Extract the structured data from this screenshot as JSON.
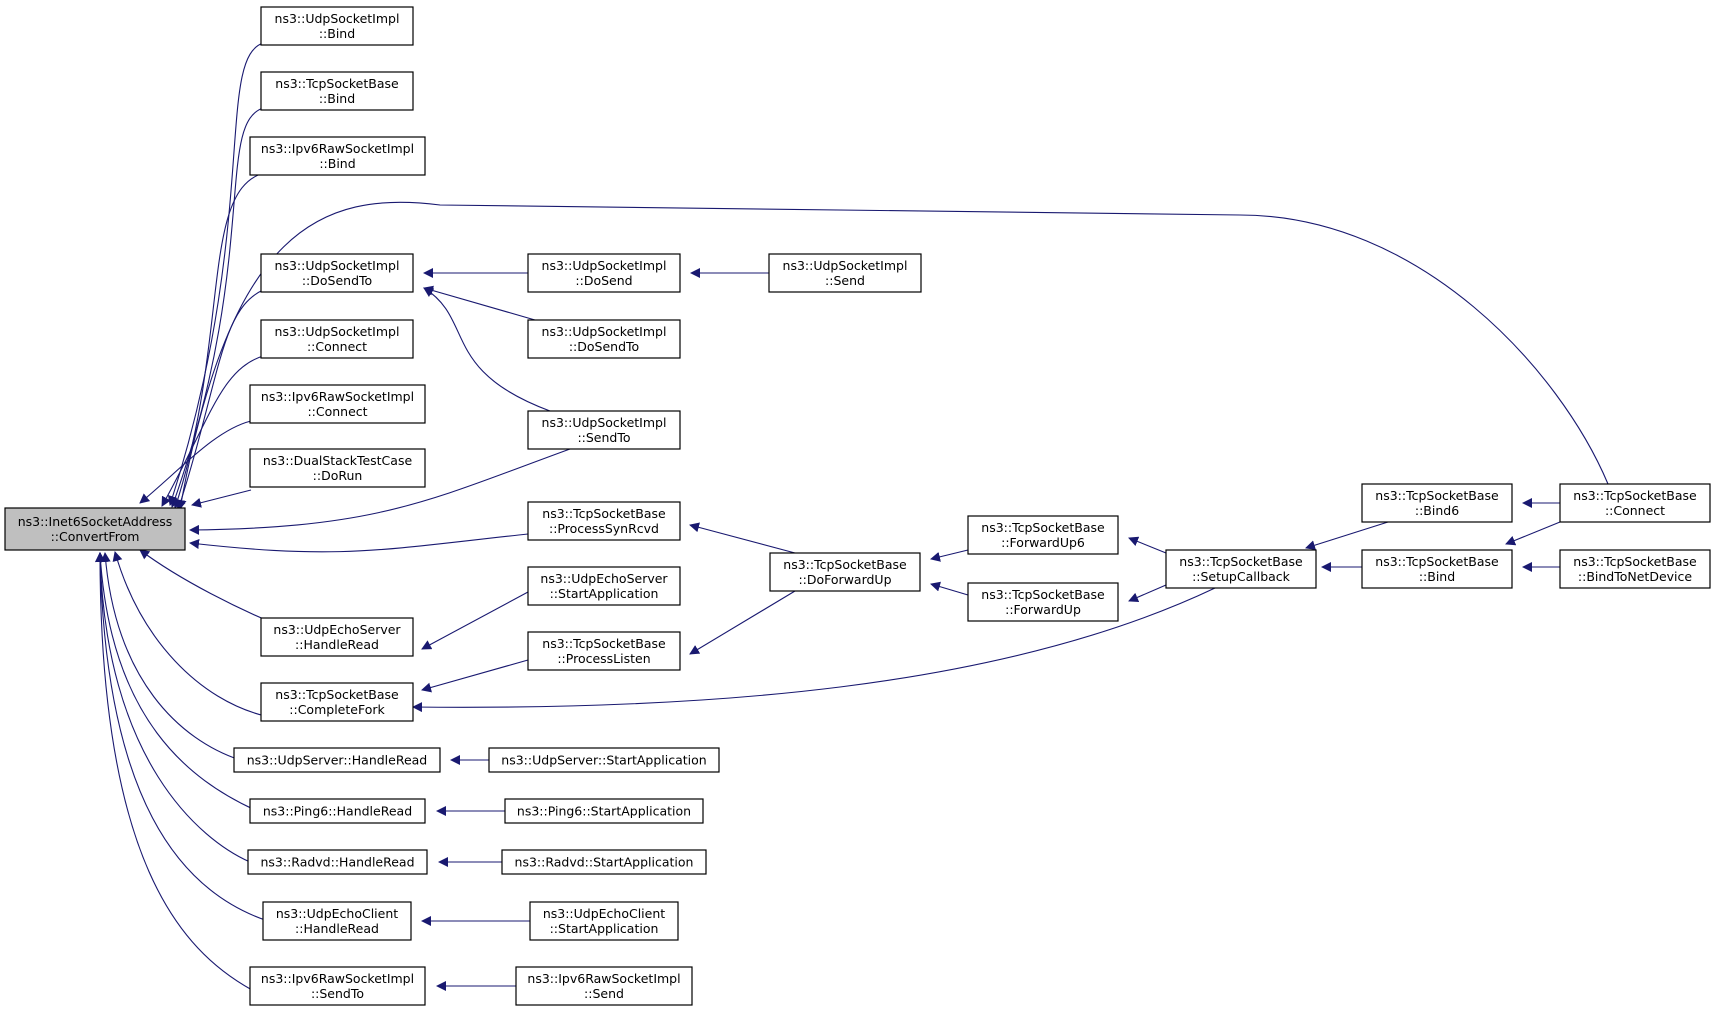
{
  "graph": {
    "colors": {
      "edge": "#191970",
      "node_fill": "#ffffff",
      "root_fill": "#bfbfbf",
      "border": "#000000"
    },
    "nodes": [
      {
        "id": "root",
        "lines": [
          "ns3::Inet6SocketAddress",
          "::ConvertFrom"
        ],
        "root": true
      },
      {
        "id": "udpimpl_bind",
        "lines": [
          "ns3::UdpSocketImpl",
          "::Bind"
        ]
      },
      {
        "id": "tcpbase_bind_top",
        "lines": [
          "ns3::TcpSocketBase",
          "::Bind"
        ]
      },
      {
        "id": "ipv6raw_bind",
        "lines": [
          "ns3::Ipv6RawSocketImpl",
          "::Bind"
        ]
      },
      {
        "id": "udpimpl_dosendto",
        "lines": [
          "ns3::UdpSocketImpl",
          "::DoSendTo"
        ]
      },
      {
        "id": "udpimpl_connect",
        "lines": [
          "ns3::UdpSocketImpl",
          "::Connect"
        ]
      },
      {
        "id": "ipv6raw_connect",
        "lines": [
          "ns3::Ipv6RawSocketImpl",
          "::Connect"
        ]
      },
      {
        "id": "dualstack_dorun",
        "lines": [
          "ns3::DualStackTestCase",
          "::DoRun"
        ]
      },
      {
        "id": "udpecho_server_handleread",
        "lines": [
          "ns3::UdpEchoServer",
          "::HandleRead"
        ]
      },
      {
        "id": "tcpbase_completefork",
        "lines": [
          "ns3::TcpSocketBase",
          "::CompleteFork"
        ]
      },
      {
        "id": "udpserver_handleread",
        "lines": [
          "ns3::UdpServer::HandleRead"
        ]
      },
      {
        "id": "ping6_handleread",
        "lines": [
          "ns3::Ping6::HandleRead"
        ]
      },
      {
        "id": "radvd_handleread",
        "lines": [
          "ns3::Radvd::HandleRead"
        ]
      },
      {
        "id": "udpecho_client_handleread",
        "lines": [
          "ns3::UdpEchoClient",
          "::HandleRead"
        ]
      },
      {
        "id": "ipv6raw_sendto",
        "lines": [
          "ns3::Ipv6RawSocketImpl",
          "::SendTo"
        ]
      },
      {
        "id": "udpimpl_dosend",
        "lines": [
          "ns3::UdpSocketImpl",
          "::DoSend"
        ]
      },
      {
        "id": "udpimpl_dosendto2",
        "lines": [
          "ns3::UdpSocketImpl",
          "::DoSendTo"
        ]
      },
      {
        "id": "udpimpl_sendto",
        "lines": [
          "ns3::UdpSocketImpl",
          "::SendTo"
        ]
      },
      {
        "id": "tcpbase_processsynrcvd",
        "lines": [
          "ns3::TcpSocketBase",
          "::ProcessSynRcvd"
        ]
      },
      {
        "id": "udpecho_server_start",
        "lines": [
          "ns3::UdpEchoServer",
          "::StartApplication"
        ]
      },
      {
        "id": "tcpbase_processlisten",
        "lines": [
          "ns3::TcpSocketBase",
          "::ProcessListen"
        ]
      },
      {
        "id": "udpserver_start",
        "lines": [
          "ns3::UdpServer::StartApplication"
        ]
      },
      {
        "id": "ping6_start",
        "lines": [
          "ns3::Ping6::StartApplication"
        ]
      },
      {
        "id": "radvd_start",
        "lines": [
          "ns3::Radvd::StartApplication"
        ]
      },
      {
        "id": "udpecho_client_start",
        "lines": [
          "ns3::UdpEchoClient",
          "::StartApplication"
        ]
      },
      {
        "id": "ipv6raw_send",
        "lines": [
          "ns3::Ipv6RawSocketImpl",
          "::Send"
        ]
      },
      {
        "id": "udpimpl_send",
        "lines": [
          "ns3::UdpSocketImpl",
          "::Send"
        ]
      },
      {
        "id": "tcpbase_doforwardup",
        "lines": [
          "ns3::TcpSocketBase",
          "::DoForwardUp"
        ]
      },
      {
        "id": "tcpbase_forwardup6",
        "lines": [
          "ns3::TcpSocketBase",
          "::ForwardUp6"
        ]
      },
      {
        "id": "tcpbase_forwardup",
        "lines": [
          "ns3::TcpSocketBase",
          "::ForwardUp"
        ]
      },
      {
        "id": "tcpbase_setupcallback",
        "lines": [
          "ns3::TcpSocketBase",
          "::SetupCallback"
        ]
      },
      {
        "id": "tcpbase_bind6",
        "lines": [
          "ns3::TcpSocketBase",
          "::Bind6"
        ]
      },
      {
        "id": "tcpbase_bind",
        "lines": [
          "ns3::TcpSocketBase",
          "::Bind"
        ]
      },
      {
        "id": "tcpbase_connect",
        "lines": [
          "ns3::TcpSocketBase",
          "::Connect"
        ]
      },
      {
        "id": "tcpbase_bindtonetdevice",
        "lines": [
          "ns3::TcpSocketBase",
          "::BindToNetDevice"
        ]
      }
    ]
  }
}
